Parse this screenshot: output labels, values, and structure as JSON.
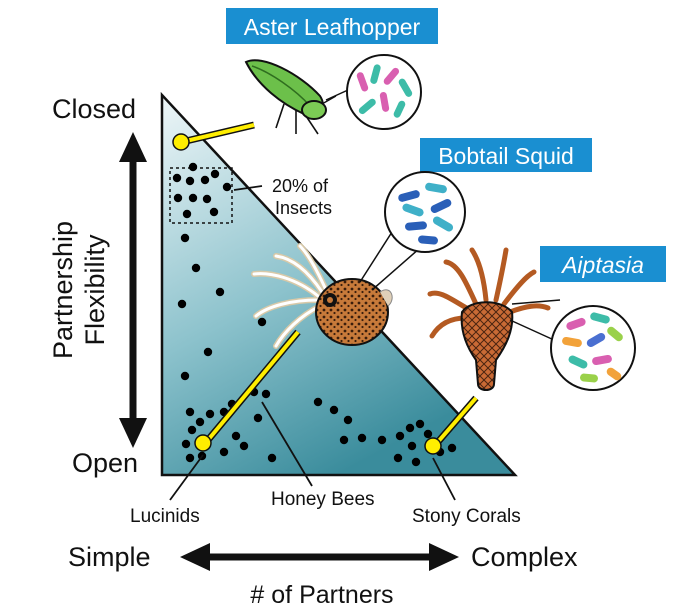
{
  "axes": {
    "y_top": "Closed",
    "y_bottom": "Open",
    "y_title_line1": "Partnership",
    "y_title_line2": "Flexibility",
    "x_left": "Simple",
    "x_right": "Complex",
    "x_title": "# of Partners"
  },
  "organisms": {
    "aster_leafhopper": "Aster Leafhopper",
    "bobtail_squid": "Bobtail Squid",
    "aiptasia": "Aiptasia"
  },
  "annotations": {
    "insects_line1": "20% of",
    "insects_line2": "Insects",
    "lucinids": "Lucinids",
    "honey_bees": "Honey Bees",
    "stony_corals": "Stony Corals"
  },
  "colors": {
    "label_box": "#1a8fd1",
    "triangle_top": "#e8f3f5",
    "triangle_bottom": "#3c8fa0",
    "highlight": "#ffee00",
    "dot": "#000000"
  }
}
